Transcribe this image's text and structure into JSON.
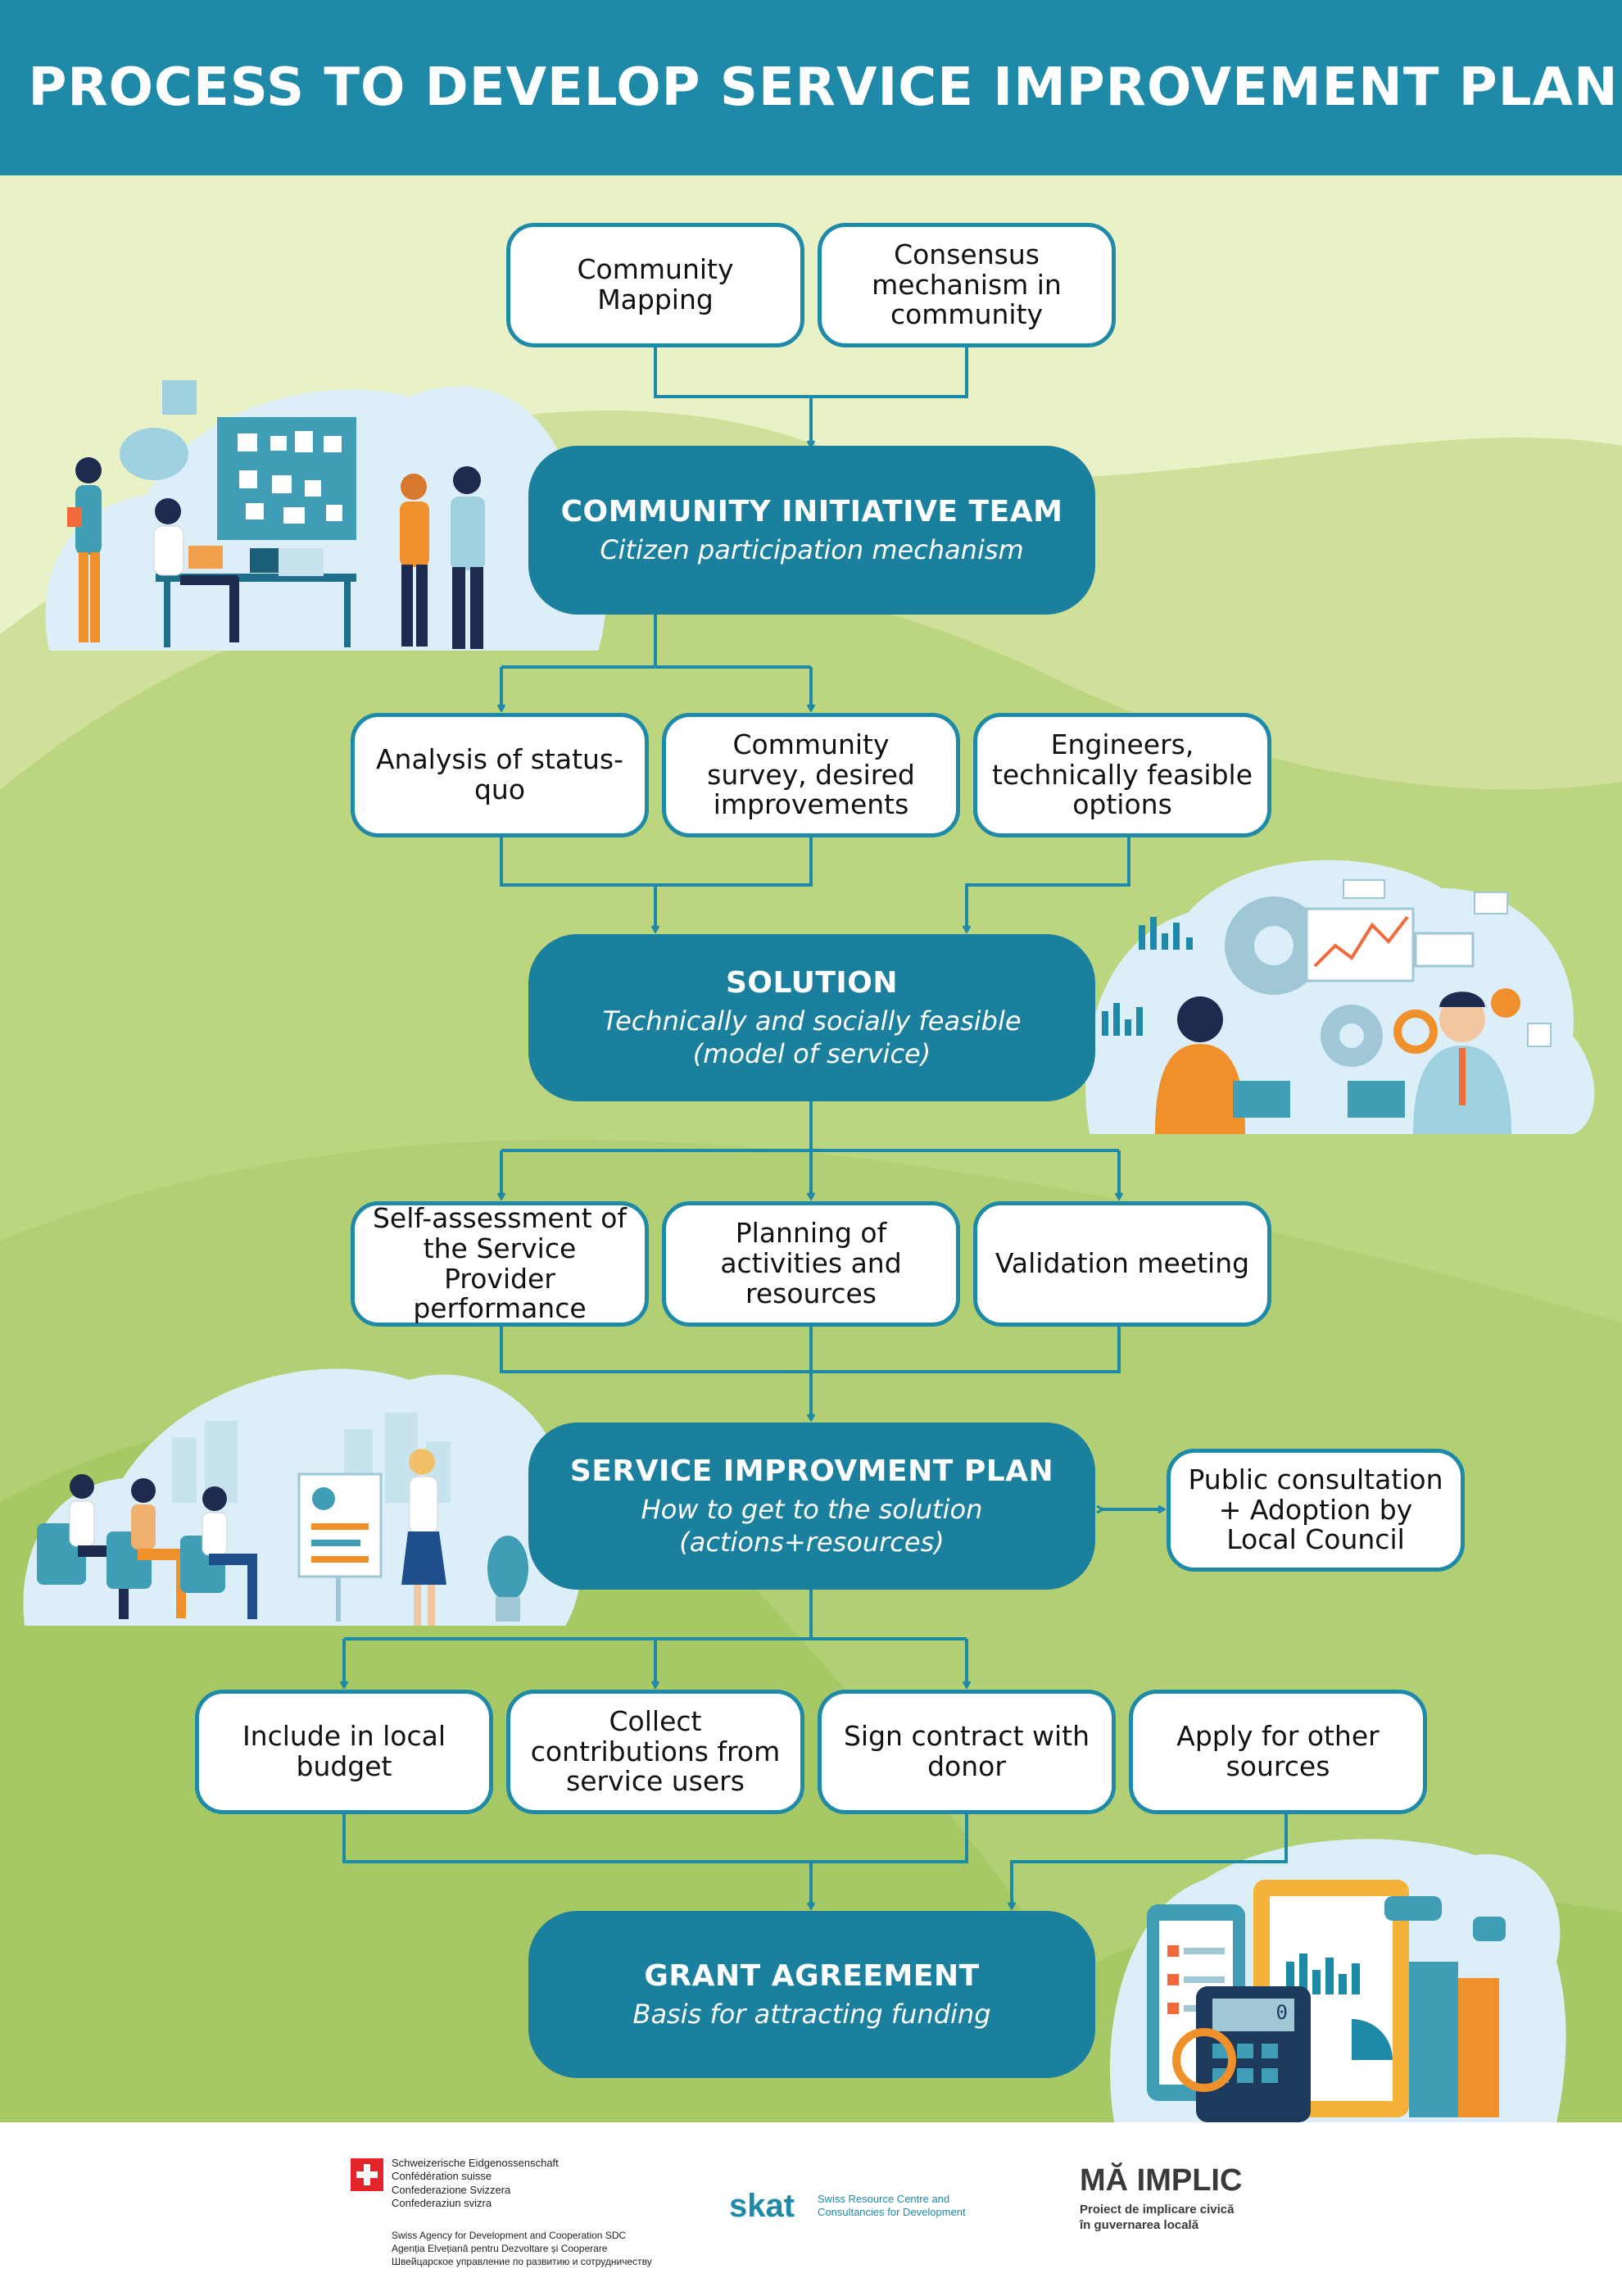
{
  "header": {
    "title": "PROCESS TO DEVELOP SERVICE IMPROVEMENT PLAN"
  },
  "colors": {
    "header": "#1e8aa8",
    "pill": "#1b7f9e",
    "box_border": "#1e8aa8",
    "background_light": "#e9f1c6",
    "background_green": "#a7c965"
  },
  "flow": {
    "community_mapping": "Community Mapping",
    "consensus": "Consensus mechanism in community",
    "cit": {
      "title": "COMMUNITY INITIATIVE TEAM",
      "subtitle": "Citizen participation mechanism"
    },
    "analysis": "Analysis of status-quo",
    "survey": "Community survey, desired improvements",
    "engineers": "Engineers, technically feasible options",
    "solution": {
      "title": "SOLUTION",
      "subtitle_1": "Technically and socially feasible",
      "subtitle_2": "(model of service)"
    },
    "self_assessment": "Self-assessment of the Service Provider performance",
    "planning": "Planning of activities and resources",
    "validation": "Validation meeting",
    "sip": {
      "title": "SERVICE IMPROVMENT PLAN",
      "subtitle_1": "How to get to the solution",
      "subtitle_2": "(actions+resources)"
    },
    "public": "Public consultation + Adoption by Local Council",
    "budget": "Include in local budget",
    "collect": "Collect contributions from service users",
    "sign": "Sign contract with donor",
    "apply": "Apply for other sources",
    "grant": {
      "title": "GRANT AGREEMENT",
      "subtitle": "Basis for attracting funding"
    }
  },
  "calculator_display": "0",
  "footer": {
    "swiss_lines": [
      "Schweizerische Eidgenossenschaft",
      "Confédération suisse",
      "Confederazione Svizzera",
      "Confederaziun svizra"
    ],
    "sdc_lines": [
      "Swiss Agency for Development and Cooperation SDC",
      "Agenția Elvețiană pentru Dezvoltare și Cooperare",
      "Швейцарское управление по развитию и сотрудничеству"
    ],
    "skat_logo": "skat",
    "skat_lines": [
      "Swiss Resource Centre and",
      "Consultancies for Development"
    ],
    "mi_title": "MĂ IMPLIC",
    "mi_lines": [
      "Proiect de implicare civică",
      "în guvernarea locală"
    ]
  }
}
